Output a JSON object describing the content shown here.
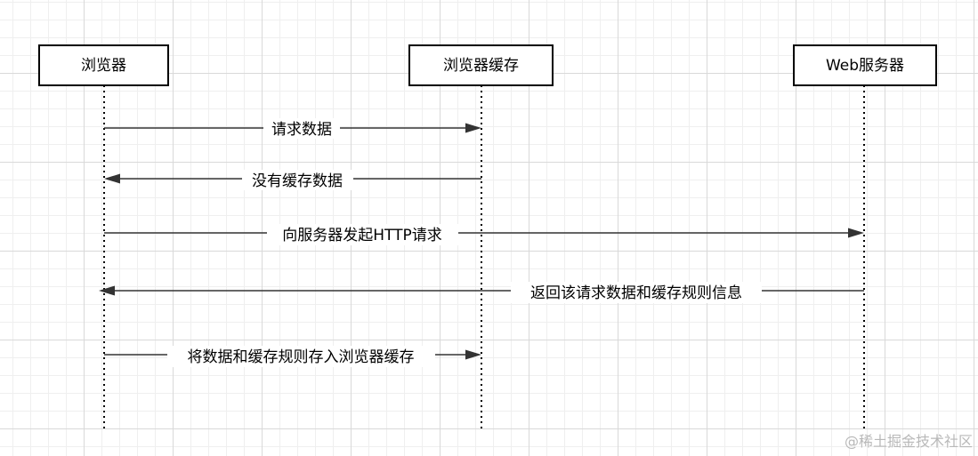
{
  "participants": [
    {
      "id": "browser",
      "label": "浏览器"
    },
    {
      "id": "cache",
      "label": "浏览器缓存"
    },
    {
      "id": "server",
      "label": "Web服务器"
    }
  ],
  "messages": [
    {
      "from": "browser",
      "to": "cache",
      "label": "请求数据"
    },
    {
      "from": "cache",
      "to": "browser",
      "label": "没有缓存数据"
    },
    {
      "from": "browser",
      "to": "server",
      "label": "向服务器发起HTTP请求"
    },
    {
      "from": "server",
      "to": "browser",
      "label": "返回该请求数据和缓存规则信息"
    },
    {
      "from": "browser",
      "to": "cache",
      "label": "将数据和缓存规则存入浏览器缓存"
    }
  ],
  "watermark": "@稀土掘金技术社区"
}
